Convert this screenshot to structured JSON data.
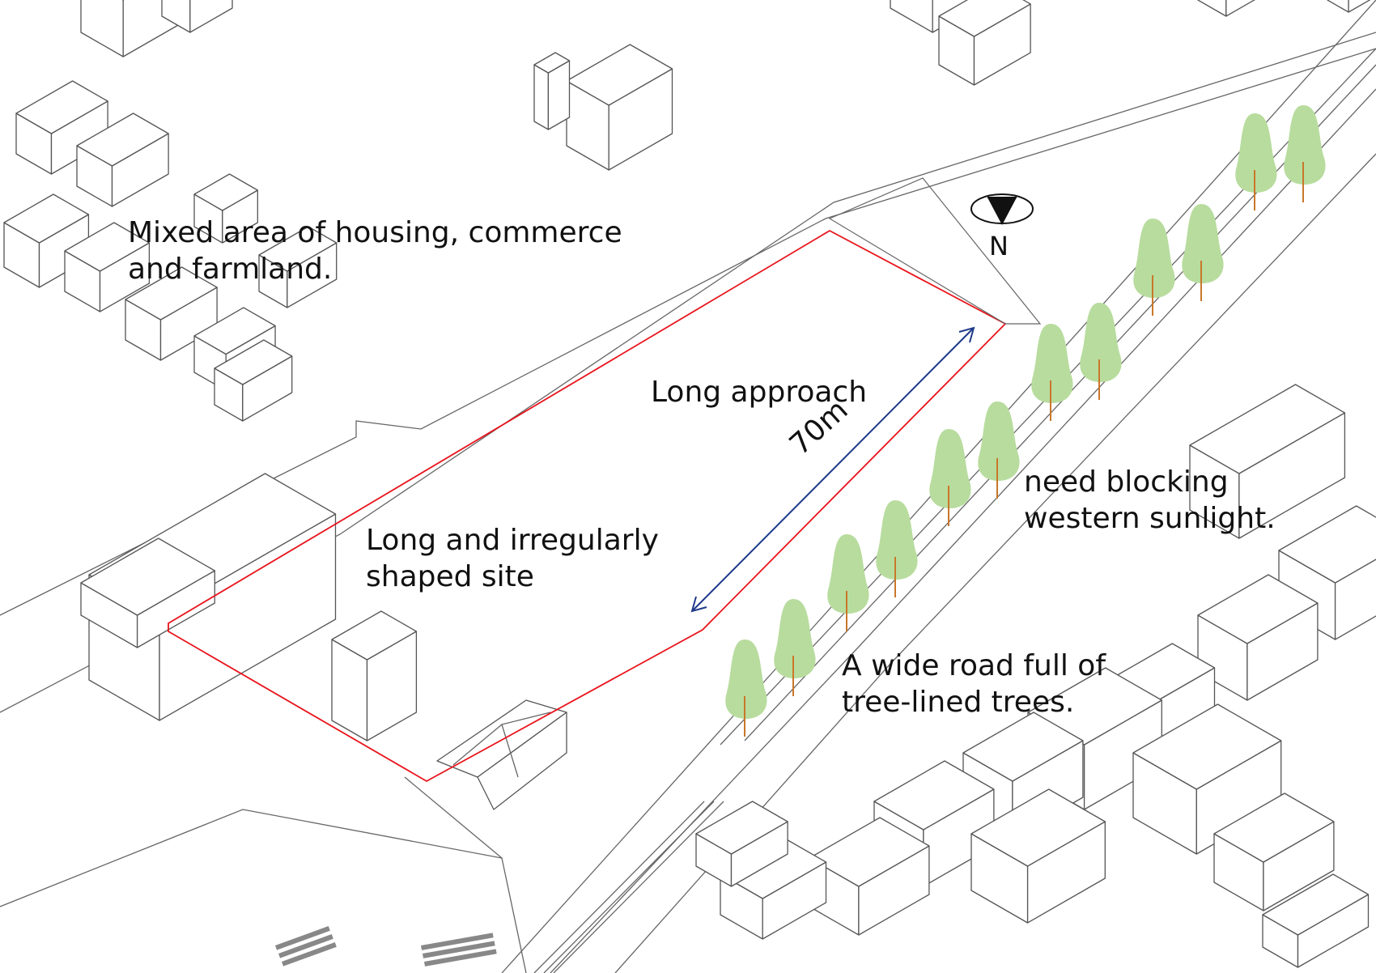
{
  "labels": {
    "context_line1": "Mixed area of housing, commerce",
    "context_line2": "and farmland.",
    "approach": "Long approach",
    "dimension": "70m",
    "site_line1": "Long and irregularly",
    "site_line2": "shaped site",
    "sunlight_line1": "need blocking",
    "sunlight_line2": "western sunlight.",
    "road_line1": "A wide road full of",
    "road_line2": "tree-lined trees."
  },
  "north_arrow": {
    "letter": "N"
  },
  "colors": {
    "site_boundary": "#e8141c",
    "dimension_arrow": "#1f3a8a",
    "tree_canopy": "#b8dc9e",
    "tree_trunk": "#c9772a",
    "building_outline": "#555555"
  },
  "trees": {
    "count": 12
  }
}
